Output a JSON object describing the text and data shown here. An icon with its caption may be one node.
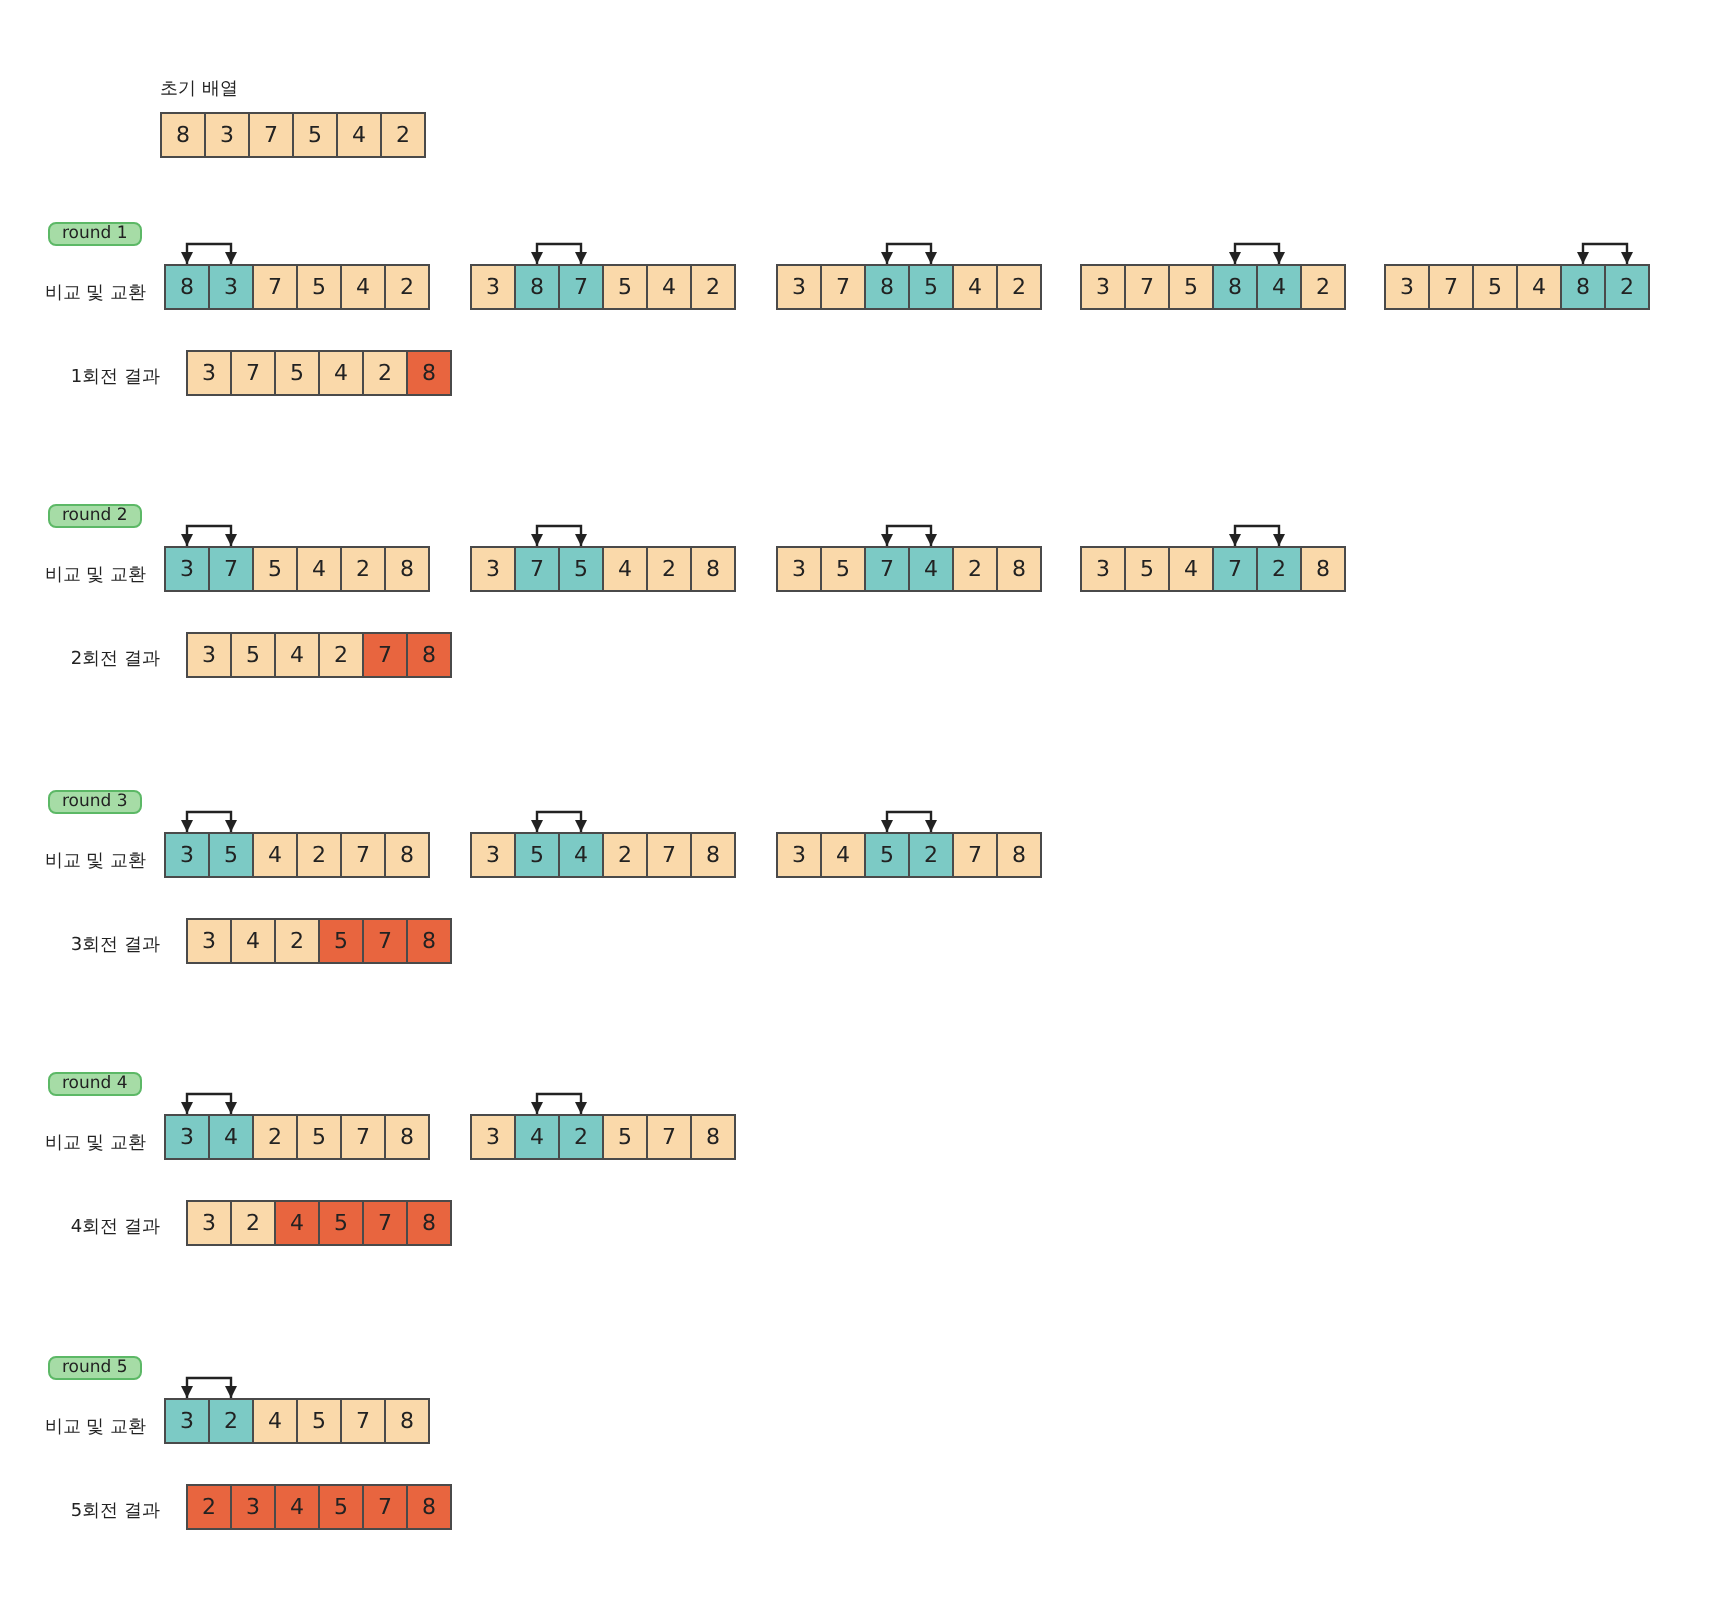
{
  "diagram": {
    "nodes": [
      {
        "text": [
          "8"
        ]
      },
      {
        "text": [
          "3"
        ]
      },
      {
        "text": [
          "7"
        ]
      },
      {
        "text": [
          "5"
        ]
      },
      {
        "text": [
          "4"
        ]
      },
      {
        "text": [
          "2"
        ]
      },
      {
        "text": [
          "round 1"
        ]
      },
      {
        "text": [
          "8"
        ]
      },
      {
        "text": [
          "3"
        ]
      },
      {
        "text": [
          "7"
        ]
      },
      {
        "text": [
          "5"
        ]
      },
      {
        "text": [
          "4"
        ]
      },
      {
        "text": [
          "2"
        ]
      },
      {
        "text": [
          "3"
        ]
      },
      {
        "text": [
          "8"
        ]
      },
      {
        "text": [
          "7"
        ]
      },
      {
        "text": [
          "5"
        ]
      },
      {
        "text": [
          "4"
        ]
      },
      {
        "text": [
          "2"
        ]
      },
      {
        "text": [
          "3"
        ]
      },
      {
        "text": [
          "7"
        ]
      },
      {
        "text": [
          "8"
        ]
      },
      {
        "text": [
          "5"
        ]
      },
      {
        "text": [
          "4"
        ]
      },
      {
        "text": [
          "2"
        ]
      },
      {
        "text": [
          "3"
        ]
      },
      {
        "text": [
          "7"
        ]
      },
      {
        "text": [
          "5"
        ]
      },
      {
        "text": [
          "8"
        ]
      },
      {
        "text": [
          "4"
        ]
      },
      {
        "text": [
          "2"
        ]
      },
      {
        "text": [
          "3"
        ]
      },
      {
        "text": [
          "7"
        ]
      },
      {
        "text": [
          "5"
        ]
      },
      {
        "text": [
          "4"
        ]
      },
      {
        "text": [
          "8"
        ]
      },
      {
        "text": [
          "2"
        ]
      },
      {
        "text": [
          "3"
        ]
      },
      {
        "text": [
          "7"
        ]
      },
      {
        "text": [
          "5"
        ]
      },
      {
        "text": [
          "4"
        ]
      },
      {
        "text": [
          "2"
        ]
      },
      {
        "text": [
          "8"
        ]
      },
      {
        "text": [
          "round 2"
        ]
      },
      {
        "text": [
          "3"
        ]
      },
      {
        "text": [
          "7"
        ]
      },
      {
        "text": [
          "5"
        ]
      },
      {
        "text": [
          "4"
        ]
      },
      {
        "text": [
          "2"
        ]
      },
      {
        "text": [
          "8"
        ]
      },
      {
        "text": [
          "3"
        ]
      },
      {
        "text": [
          "7"
        ]
      },
      {
        "text": [
          "5"
        ]
      },
      {
        "text": [
          "4"
        ]
      },
      {
        "text": [
          "2"
        ]
      },
      {
        "text": [
          "8"
        ]
      },
      {
        "text": [
          "3"
        ]
      },
      {
        "text": [
          "5"
        ]
      },
      {
        "text": [
          "7"
        ]
      },
      {
        "text": [
          "4"
        ]
      },
      {
        "text": [
          "2"
        ]
      },
      {
        "text": [
          "8"
        ]
      },
      {
        "text": [
          "3"
        ]
      },
      {
        "text": [
          "5"
        ]
      },
      {
        "text": [
          "4"
        ]
      },
      {
        "text": [
          "7"
        ]
      },
      {
        "text": [
          "2"
        ]
      },
      {
        "text": [
          "8"
        ]
      },
      {
        "text": [
          "3"
        ]
      },
      {
        "text": [
          "5"
        ]
      },
      {
        "text": [
          "4"
        ]
      },
      {
        "text": [
          "2"
        ]
      },
      {
        "text": [
          "7"
        ]
      },
      {
        "text": [
          "8"
        ]
      },
      {
        "text": [
          "round 3"
        ]
      },
      {
        "text": [
          "3"
        ]
      },
      {
        "text": [
          "5"
        ]
      },
      {
        "text": [
          "4"
        ]
      },
      {
        "text": [
          "2"
        ]
      },
      {
        "text": [
          "7"
        ]
      },
      {
        "text": [
          "8"
        ]
      },
      {
        "text": [
          "3"
        ]
      },
      {
        "text": [
          "5"
        ]
      },
      {
        "text": [
          "4"
        ]
      },
      {
        "text": [
          "2"
        ]
      },
      {
        "text": [
          "7"
        ]
      },
      {
        "text": [
          "8"
        ]
      },
      {
        "text": [
          "3"
        ]
      },
      {
        "text": [
          "4"
        ]
      },
      {
        "text": [
          "5"
        ]
      },
      {
        "text": [
          "2"
        ]
      },
      {
        "text": [
          "7"
        ]
      },
      {
        "text": [
          "8"
        ]
      },
      {
        "text": [
          "3"
        ]
      },
      {
        "text": [
          "4"
        ]
      },
      {
        "text": [
          "2"
        ]
      },
      {
        "text": [
          "5"
        ]
      },
      {
        "text": [
          "7"
        ]
      },
      {
        "text": [
          "8"
        ]
      },
      {
        "text": [
          "round 4"
        ]
      },
      {
        "text": [
          "3"
        ]
      },
      {
        "text": [
          "4"
        ]
      },
      {
        "text": [
          "2"
        ]
      },
      {
        "text": [
          "5"
        ]
      },
      {
        "text": [
          "7"
        ]
      },
      {
        "text": [
          "8"
        ]
      },
      {
        "text": [
          "3"
        ]
      },
      {
        "text": [
          "4"
        ]
      },
      {
        "text": [
          "2"
        ]
      },
      {
        "text": [
          "5"
        ]
      },
      {
        "text": [
          "7"
        ]
      },
      {
        "text": [
          "8"
        ]
      },
      {
        "text": [
          "3"
        ]
      },
      {
        "text": [
          "2"
        ]
      },
      {
        "text": [
          "4"
        ]
      },
      {
        "text": [
          "5"
        ]
      },
      {
        "text": [
          "7"
        ]
      },
      {
        "text": [
          "8"
        ]
      },
      {
        "text": [
          "round 5"
        ]
      },
      {
        "text": [
          "3"
        ]
      },
      {
        "text": [
          "2"
        ]
      },
      {
        "text": [
          "4"
        ]
      },
      {
        "text": [
          "5"
        ]
      },
      {
        "text": [
          "7"
        ]
      },
      {
        "text": [
          "8"
        ]
      },
      {
        "text": [
          "2"
        ]
      },
      {
        "text": [
          "3"
        ]
      },
      {
        "text": [
          "4"
        ]
      },
      {
        "text": [
          "5"
        ]
      },
      {
        "text": [
          "7"
        ]
      },
      {
        "text": [
          "8"
        ]
      }
    ],
    "edges": [
      {
        "from": 7,
        "to": 8,
        "arrow": "both"
      },
      {
        "from": 14,
        "to": 15,
        "arrow": "both"
      },
      {
        "from": 21,
        "to": 22,
        "arrow": "both"
      },
      {
        "from": 28,
        "to": 29,
        "arrow": "both"
      },
      {
        "from": 35,
        "to": 36,
        "arrow": "both"
      },
      {
        "from": 44,
        "to": 45,
        "arrow": "both"
      },
      {
        "from": 51,
        "to": 52,
        "arrow": "both"
      },
      {
        "from": 58,
        "to": 59,
        "arrow": "both"
      },
      {
        "from": 65,
        "to": 66,
        "arrow": "both"
      },
      {
        "from": 75,
        "to": 76,
        "arrow": "both"
      },
      {
        "from": 82,
        "to": 83,
        "arrow": "both"
      },
      {
        "from": 89,
        "to": 90,
        "arrow": "both"
      },
      {
        "from": 100,
        "to": 101,
        "arrow": "both"
      },
      {
        "from": 107,
        "to": 108,
        "arrow": "both"
      },
      {
        "from": 119,
        "to": 120,
        "arrow": "both"
      }
    ],
    "labels": [
      "초기 배열",
      "비교 및 교환",
      "1회전 결과",
      "비교 및 교환",
      "2회전 결과",
      "비교 및 교환",
      "3회전 결과",
      "비교 및 교환",
      "4회전 결과",
      "비교 및 교환",
      "5회전 결과"
    ]
  }
}
